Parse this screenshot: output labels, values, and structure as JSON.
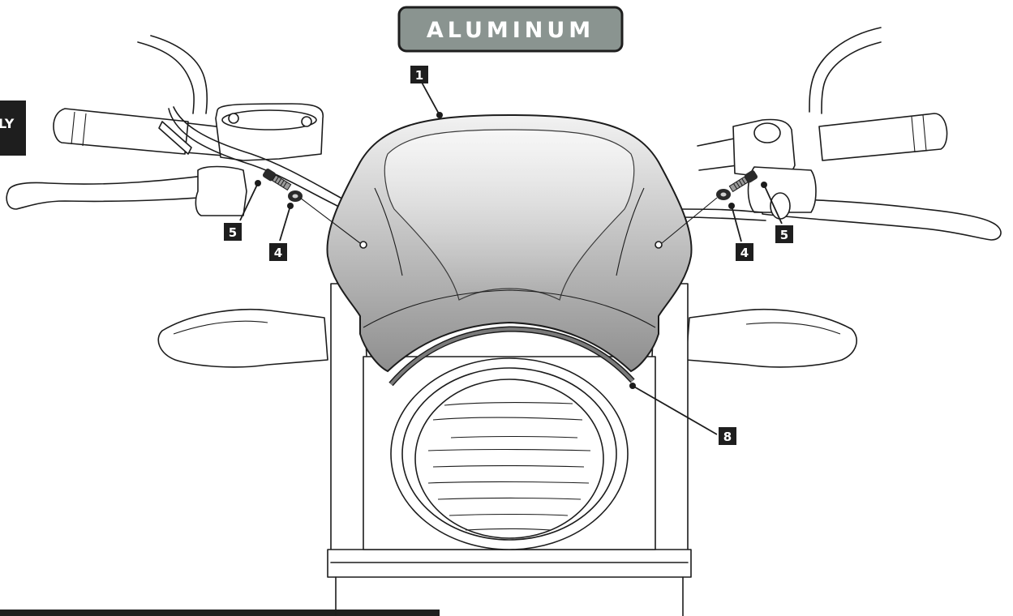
{
  "title": {
    "label": "ALUMINUM",
    "fill_color": "#8a9490",
    "border_color": "#1e1e1e",
    "text_color": "#ffffff"
  },
  "side_tab": {
    "label": "LY"
  },
  "callouts": [
    {
      "id": "callout-1",
      "label": "1"
    },
    {
      "id": "callout-5-left",
      "label": "5"
    },
    {
      "id": "callout-4-left",
      "label": "4"
    },
    {
      "id": "callout-4-right",
      "label": "4"
    },
    {
      "id": "callout-5-right",
      "label": "5"
    },
    {
      "id": "callout-8",
      "label": "8"
    }
  ],
  "colors": {
    "windscreen_top": "#f2f2f2",
    "windscreen_bottom": "#8e8e8e",
    "trim": "#7a7a7a",
    "ink": "#1c1c1c"
  }
}
